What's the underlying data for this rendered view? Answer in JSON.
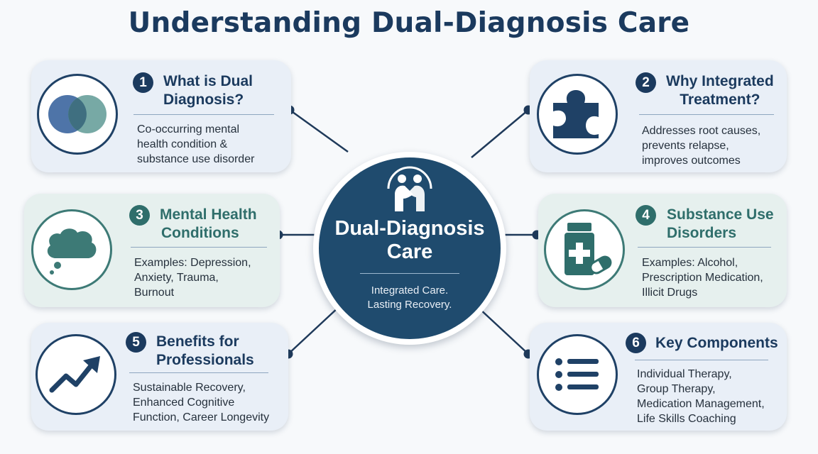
{
  "title": "Understanding Dual-Diagnosis Care",
  "center": {
    "title_line1": "Dual-Diagnosis",
    "title_line2": "Care",
    "subtitle_line1": "Integrated Care.",
    "subtitle_line2": "Lasting Recovery.",
    "icon": "people-embrace-icon"
  },
  "cards": [
    {
      "number": "1",
      "heading": [
        "What is Dual",
        "Diagnosis?"
      ],
      "body": [
        "Co-occurring mental",
        "health condition &",
        "substance use disorder"
      ],
      "icon": "overlapping-circles-icon",
      "theme": "blue"
    },
    {
      "number": "2",
      "heading": [
        "Why Integrated",
        "Treatment?"
      ],
      "body": [
        "Addresses root causes,",
        "prevents relapse,",
        "improves outcomes"
      ],
      "icon": "puzzle-piece-icon",
      "theme": "blue"
    },
    {
      "number": "3",
      "heading": [
        "Mental Health",
        "Conditions"
      ],
      "body": [
        "Examples: Depression,",
        "Anxiety, Trauma,",
        "Burnout"
      ],
      "icon": "thought-cloud-icon",
      "theme": "green"
    },
    {
      "number": "4",
      "heading": [
        "Substance Use",
        "Disorders"
      ],
      "body": [
        "Examples: Alcohol,",
        "Prescription Medication,",
        "Illicit Drugs"
      ],
      "icon": "medicine-bottle-icon",
      "theme": "green"
    },
    {
      "number": "5",
      "heading": [
        "Benefits for",
        "Professionals"
      ],
      "body": [
        "Sustainable Recovery,",
        "Enhanced Cognitive",
        "Function, Career Longevity"
      ],
      "icon": "trend-up-arrow-icon",
      "theme": "blue"
    },
    {
      "number": "6",
      "heading": [
        "Key Components"
      ],
      "body": [
        "Individual Therapy,",
        "Group Therapy,",
        "Medication Management,",
        "Life Skills Coaching"
      ],
      "icon": "list-icon",
      "theme": "blue"
    }
  ],
  "colors": {
    "navy": "#1b3a5e",
    "teal": "#2f6e6b",
    "center_fill": "#1f4b6e",
    "card_blue": "#e9eff7",
    "card_green": "#e6f0ee"
  }
}
